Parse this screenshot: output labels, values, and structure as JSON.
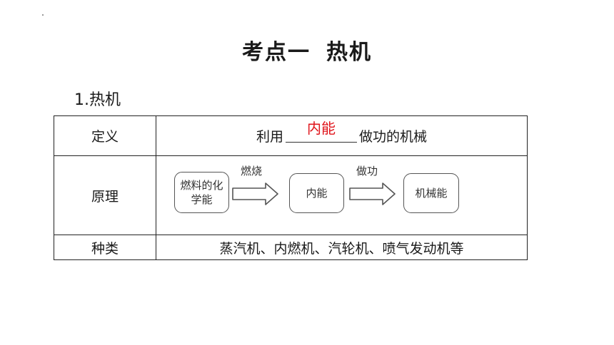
{
  "title": {
    "part1": "考点一",
    "part2": "热机"
  },
  "subtitle": "1.热机",
  "table": {
    "row_definition": {
      "label": "定义",
      "prefix": "利用",
      "blank_answer": "内能",
      "suffix": "做功的机械"
    },
    "row_principle": {
      "label": "原理",
      "flow": {
        "box1": "燃料的化学能",
        "arrow1": "燃烧",
        "box2": "内能",
        "arrow2": "做功",
        "box3": "机械能"
      }
    },
    "row_types": {
      "label": "种类",
      "value": "蒸汽机、内燃机、汽轮机、喷气发动机等"
    }
  },
  "colors": {
    "answer": "#e0141b",
    "border": "#222222"
  }
}
